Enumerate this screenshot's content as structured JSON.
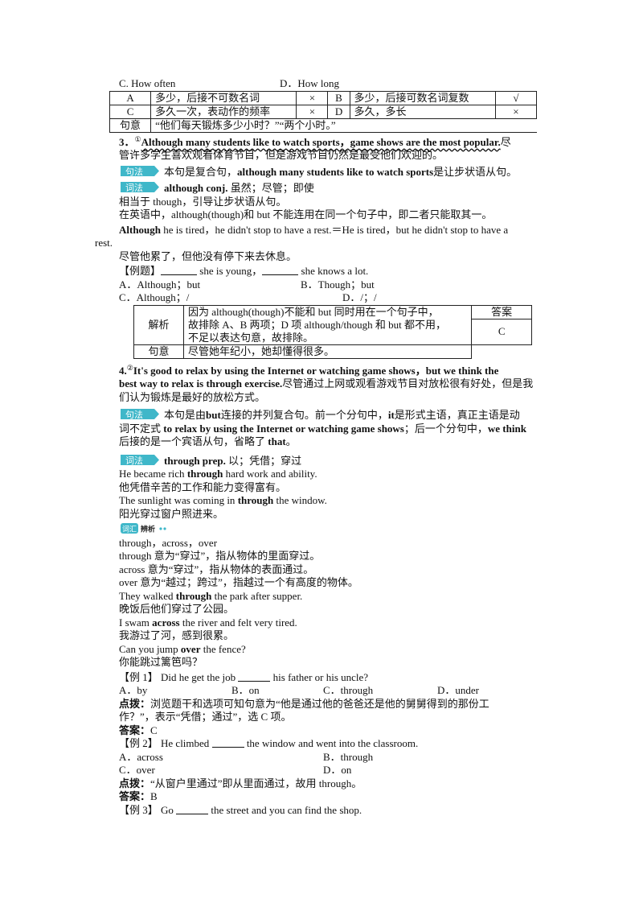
{
  "q_options_top": {
    "c": "C. How often",
    "d": "D．How long"
  },
  "table1": {
    "r1": [
      "A",
      "多少，后接不可数名词",
      "×",
      "B",
      "多少，后接可数名词复数",
      "√"
    ],
    "r2": [
      "C",
      "多久一次，表动作的频率",
      "×",
      "D",
      "多久，多长",
      "×"
    ],
    "r3": [
      "句意",
      "“他们每天锻炼多少小时？”“两个小时。”"
    ]
  },
  "item3": {
    "num": "3．",
    "sup": "①",
    "sentence": "Although many students like to watch sports，game shows are the most popular.",
    "zh_a": "尽",
    "zh_b": "管许多学生喜欢观看体育节目，但是游戏节目仍然是最受他们欢迎的。",
    "juf_label": "句法",
    "juf_text_a": "本句是复合句，",
    "juf_bold": "although many students like to watch sports",
    "juf_text_b": "是让步状语从句。",
    "cif_label": "词法",
    "cif_word": "although conj.",
    "cif_def": "虽然；尽管；即使",
    "line1": "相当于 though，引导让步状语从句。",
    "line2": "在英语中，although(though)和 but 不能连用在同一个句子中，即二者只能取其一。",
    "ex_bold": "Although",
    "ex_a": " he is tired，he didn't stop to have a rest.＝He is tired，but he didn't stop to have a",
    "ex_b": "rest.",
    "ex_zh": "尽管他累了，但他没有停下来去休息。",
    "q_label": "【例题】",
    "q_mid": "she is young，",
    "q_end": "she knows a lot.",
    "opt_a": "A．Although；but",
    "opt_b": "B．Though；but",
    "opt_c": "C．Although；/",
    "opt_d": "D．/；/"
  },
  "table2": {
    "label_jx": "解析",
    "jx_1": "因为 although(though)不能和 but 同时用在一个句子中，",
    "jx_2": "故排除 A、B 两项；D 项 although/though 和  but 都不用，",
    "jx_3": "不足以表达句意，故排除。",
    "label_da": "答案",
    "da": "C",
    "label_jy": "句意",
    "jy": "尽管她年纪小，她却懂得很多。"
  },
  "item4": {
    "num": "4.",
    "sup": "②",
    "s1": "It's good to relax by using the Internet or watching game shows，but we think the",
    "s2": "best way to relax is through exercise.",
    "zh_a": "尽管通过上网或观看游戏节目对放松很有好处，但是我",
    "zh_b": "们认为锻炼是最好的放松方式。",
    "juf_label": "句法",
    "p1a": "本句是由",
    "p1b": "but",
    "p1c": "连接的并列复合句。前一个分句中，",
    "p1d": "it",
    "p1e": "是形式主语，真正主语是动",
    "p2a": "词不定式  ",
    "p2b": "to relax by using the Internet or watching game shows",
    "p2c": "；后一个分句中，",
    "p2d": "we think",
    "p3a": "后接的是一个宾语从句，省略了 ",
    "p3b": "that",
    "p3c": "。",
    "cif_label": "词法",
    "cif_word": "through prep.",
    "cif_def": " 以；凭借；穿过",
    "e1a": "He became rich ",
    "e1b": "through",
    "e1c": " hard work and ability.",
    "e1zh": "他凭借辛苦的工作和能力变得富有。",
    "e2a": "The sunlight was coming in ",
    "e2b": "through",
    "e2c": " the window.",
    "e2zh": "阳光穿过窗户照进来。",
    "cb_label": "词汇辨析",
    "words": "through，across，over",
    "w1": "through 意为“穿过”，指从物体的里面穿过。",
    "w2": "across 意为“穿过”，指从物体的表面通过。",
    "w3": "over 意为“越过；跨过”，指越过一个有高度的物体。",
    "s_a1": "They walked ",
    "s_a2": "through",
    "s_a3": " the park after supper.",
    "s_azh": "晚饭后他们穿过了公园。",
    "s_b1": "I swam ",
    "s_b2": "across",
    "s_b3": " the river and felt very tired.",
    "s_bzh": "我游过了河，感到很累。",
    "s_c1": "Can you jump ",
    "s_c2": "over",
    "s_c3": " the fence?",
    "s_czh": "你能跳过篱笆吗？",
    "ex1_label": "【例 1】",
    "ex1_a": " Did he get the job ",
    "ex1_b": " his father or his uncle?",
    "ex1_opts": [
      "A．by",
      "B．on",
      "C．through",
      "D．under"
    ],
    "dp_label": "点拨：",
    "ex1_dp1": "浏览题干和选项可知句意为“他是通过他的爸爸还是他的舅舅得到的那份工",
    "ex1_dp2": "作？”，表示“凭借；通过”，选 C 项。",
    "ans_label": "答案：",
    "ex1_ans": "C",
    "ex2_label": "【例 2】",
    "ex2_a": " He climbed ",
    "ex2_b": " the window and went into the classroom.",
    "ex2_opts": [
      "A．across",
      "B．through",
      "C．over",
      "D．on"
    ],
    "ex2_dp": "“从窗户里通过”即从里面通过，故用 through。",
    "ex2_ans": "B",
    "ex3_label": "【例 3】",
    "ex3_a": " Go ",
    "ex3_b": " the street and you can find the shop."
  }
}
